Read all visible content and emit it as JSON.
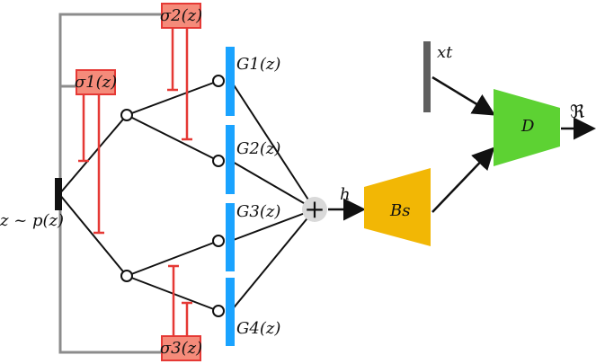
{
  "diagram": {
    "latent_label": "z ~ p(z)",
    "gates": [
      {
        "label": "σ1(z)",
        "fill": "#f58b7a",
        "stroke": "#e53935"
      },
      {
        "label": "σ2(z)",
        "fill": "#f58b7a",
        "stroke": "#e53935"
      },
      {
        "label": "σ3(z)",
        "fill": "#f58b7a",
        "stroke": "#e53935"
      }
    ],
    "generators": [
      "G1(z)",
      "G2(z)",
      "G3(z)",
      "G4(z)"
    ],
    "sum_symbol": "+",
    "mixed_output": "h",
    "shared_block": "Bs",
    "discriminator": "D",
    "real_input": "xt",
    "output_symbol": "ℜ",
    "colors": {
      "generator_bar": "#1aa3ff",
      "shared_block": "#f2b705",
      "discriminator": "#5dd233",
      "gate_line": "#e53935",
      "connector_gray": "#8c8c8c",
      "real_bar": "#5f5f5f"
    }
  }
}
